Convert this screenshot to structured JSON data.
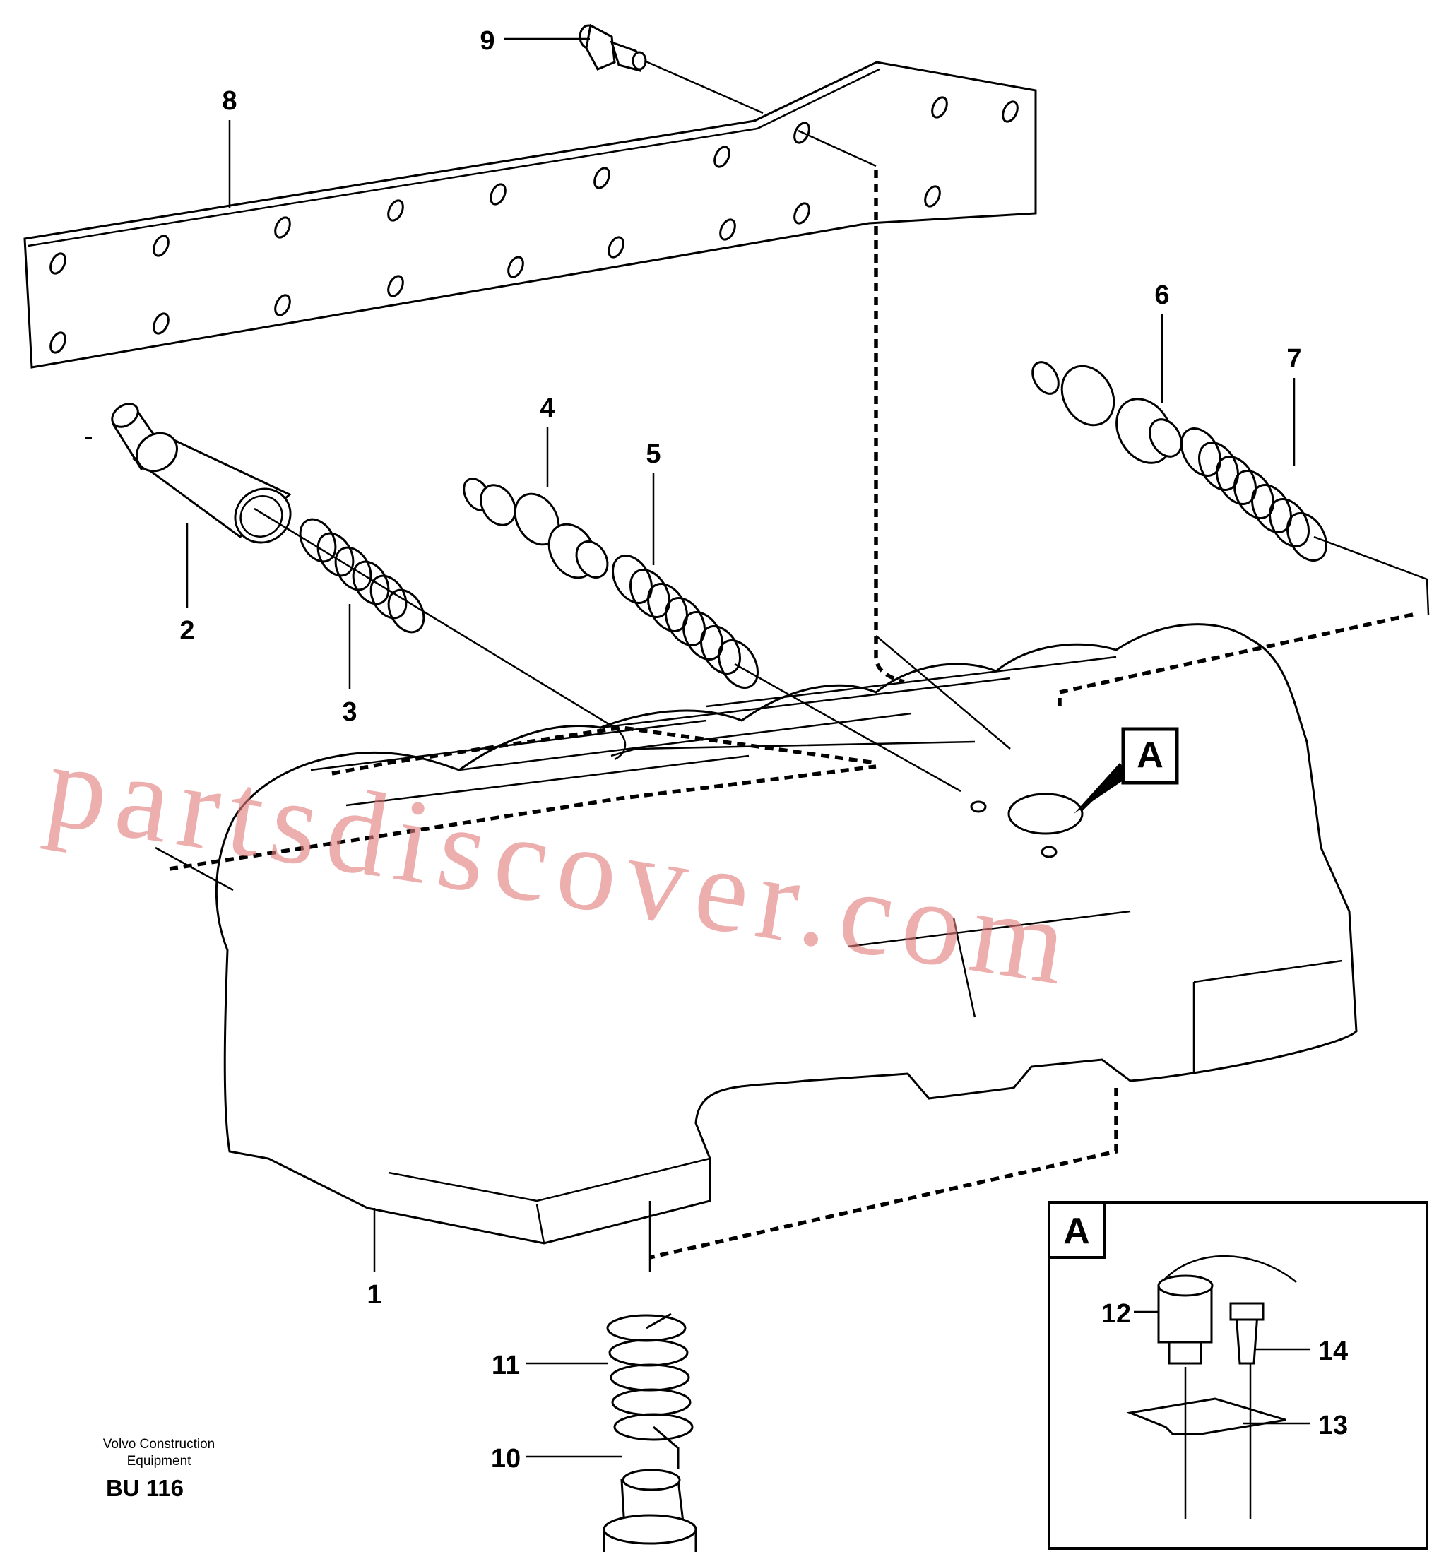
{
  "labels": {
    "l1": "1",
    "l2": "2",
    "l3": "3",
    "l4": "4",
    "l5": "5",
    "l6": "6",
    "l7": "7",
    "l8": "8",
    "l9": "9",
    "l10": "10",
    "l11": "11",
    "l12": "12",
    "l13": "13",
    "l14": "14"
  },
  "callout": {
    "letter": "A"
  },
  "detail": {
    "letter": "A"
  },
  "footer": {
    "line1": "Volvo Construction",
    "line2": "Equipment",
    "code": "BU 116"
  },
  "watermark": "partsdiscover.com"
}
